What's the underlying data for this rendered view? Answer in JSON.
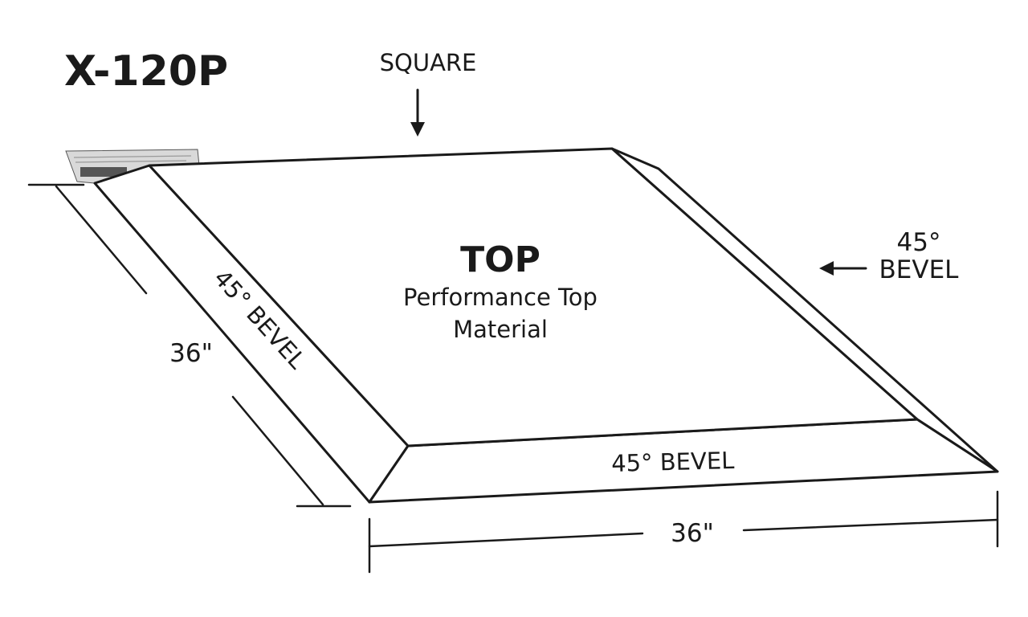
{
  "model_code": "X-120P",
  "square_label": "SQUARE",
  "top_label": "TOP",
  "top_subtitle_line1": "Performance Top",
  "top_subtitle_line2": "Material",
  "bevel_left_label": "45° BEVEL",
  "bevel_front_label": "45° BEVEL",
  "bevel_right_line1": "45°",
  "bevel_right_line2": "BEVEL",
  "dim_depth_label": "36\"",
  "dim_width_label": "36\"",
  "colors": {
    "ink": "#1a1a1a",
    "background": "#ffffff",
    "sticker": "#d9d9d9"
  }
}
